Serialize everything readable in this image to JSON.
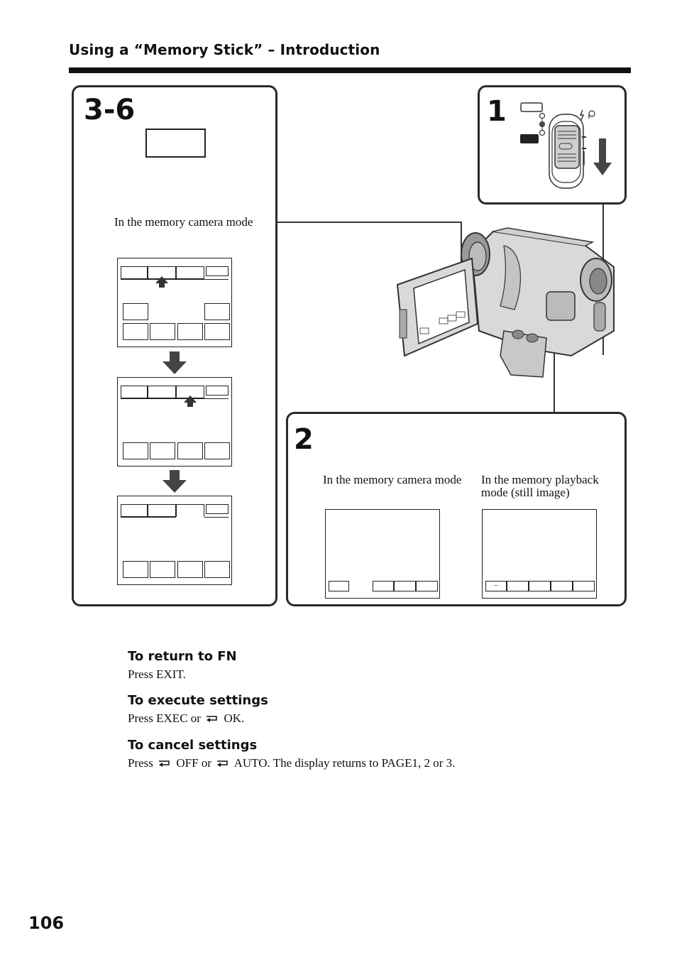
{
  "header": {
    "title": "Using a “Memory Stick” – Introduction"
  },
  "panels": {
    "step_3_6": {
      "label": "3-6",
      "caption": "In the memory camera mode"
    },
    "step_1": {
      "label": "1"
    },
    "step_2": {
      "label": "2",
      "caption_left": "In the memory camera mode",
      "caption_right": "In the memory playback mode (still image)",
      "right_screen_first_button": "–"
    }
  },
  "sections": [
    {
      "heading": "To return to FN",
      "body": "Press EXIT."
    },
    {
      "heading": "To execute settings",
      "body_before": "Press EXEC or",
      "body_after": "OK."
    },
    {
      "heading": "To cancel settings",
      "body_p1": "Press",
      "body_p2": "OFF or",
      "body_p3": "AUTO. The display returns to PAGE1, 2 or 3."
    }
  ],
  "icons": {
    "return": "return-arrow-icon",
    "down_arrow": "down-arrow-icon",
    "up_arrow": "up-arrow-icon"
  },
  "page_number": "106"
}
